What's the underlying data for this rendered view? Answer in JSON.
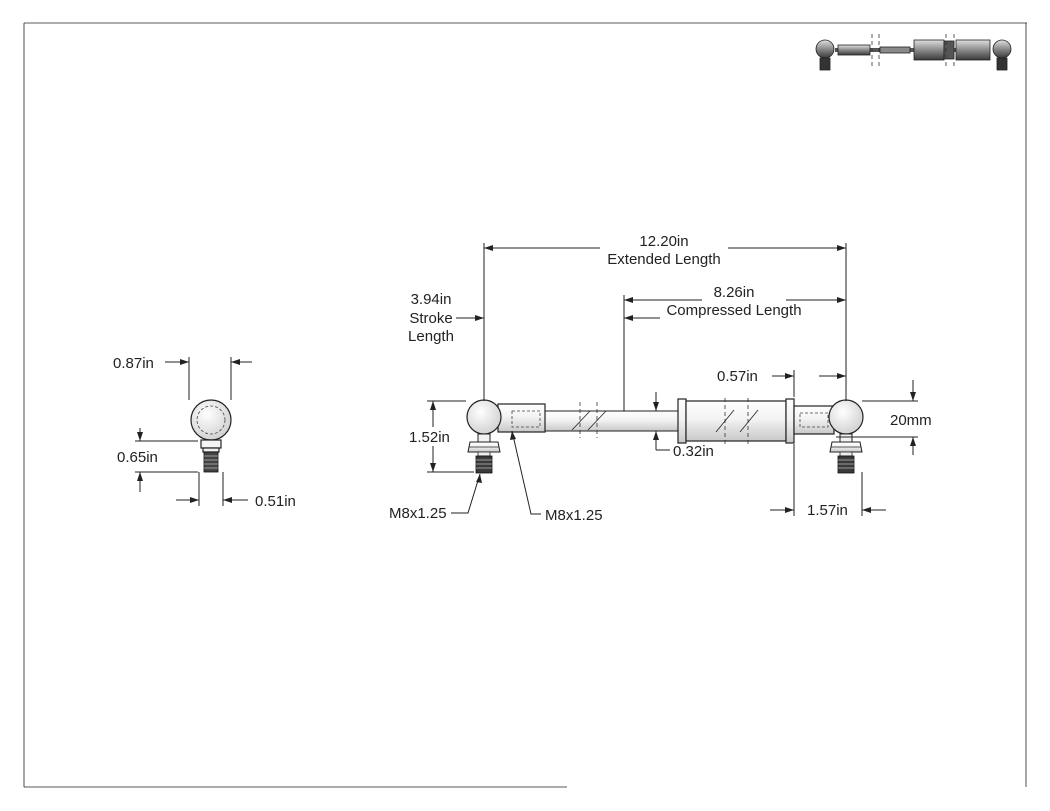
{
  "side_view": {
    "eyelet_width": "0.87in",
    "stud_offset": "0.65in",
    "stud_width": "0.51in"
  },
  "extended_length": {
    "value": "12.20in",
    "caption": "Extended Length"
  },
  "compressed_length": {
    "value": "8.26in",
    "caption": "Compressed Length"
  },
  "stroke_length": {
    "value": "3.94in",
    "line1": "Stroke",
    "line2": "Length"
  },
  "end_height": "1.52in",
  "thread_left_stud": "M8x1.25",
  "thread_left_socket": "M8x1.25",
  "tube_end_length": "0.57in",
  "rod_diameter": "0.32in",
  "cylinder_diameter": "20mm",
  "end_fitting_length": "1.57in",
  "colors": {
    "ink": "#222222",
    "body_shade": "#9a9a9a",
    "sheet": "#ffffff"
  }
}
